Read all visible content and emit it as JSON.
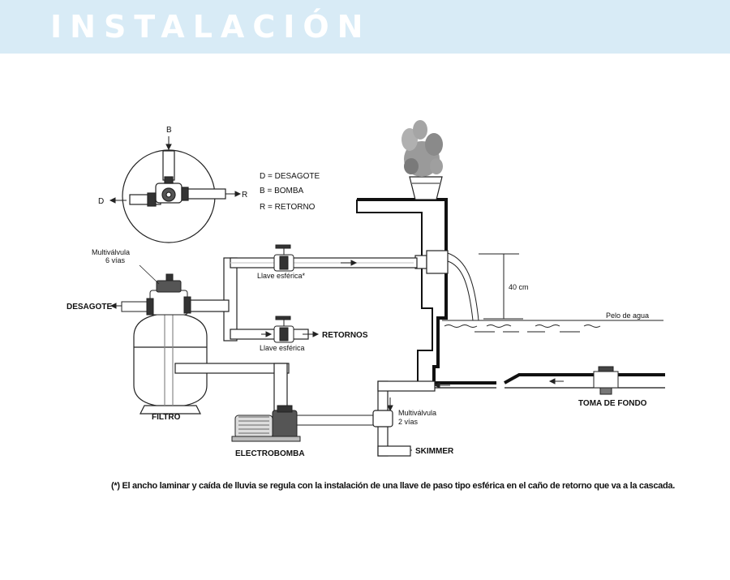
{
  "header": {
    "title": "INSTALACIÓN"
  },
  "valve_legend": {
    "top_letter": "B",
    "left_letter": "D",
    "right_letter": "R",
    "items": [
      "D = DESAGOTE",
      "B = BOMBA",
      "R = RETORNO"
    ]
  },
  "labels": {
    "multivalvula_6_line1": "Multiválvula",
    "multivalvula_6_line2": "6 vías",
    "desagote": "DESAGOTE",
    "filtro": "FILTRO",
    "llave_esferica_top": "Llave esférica*",
    "llave_esferica_bottom": "Llave esférica",
    "retornos": "RETORNOS",
    "electrobomba": "ELECTROBOMBA",
    "multivalvula_2_line1": "Multiválvula",
    "multivalvula_2_line2": "2 vías",
    "skimmer": "SKIMMER",
    "toma_de_fondo": "TOMA DE FONDO",
    "altura": "40 cm",
    "pelo_de_agua": "Pelo de agua"
  },
  "footnote": "(*) El ancho laminar y caída de lluvia se regula con la instalación de una llave de paso tipo esférica en el caño de retorno que va a la cascada."
}
